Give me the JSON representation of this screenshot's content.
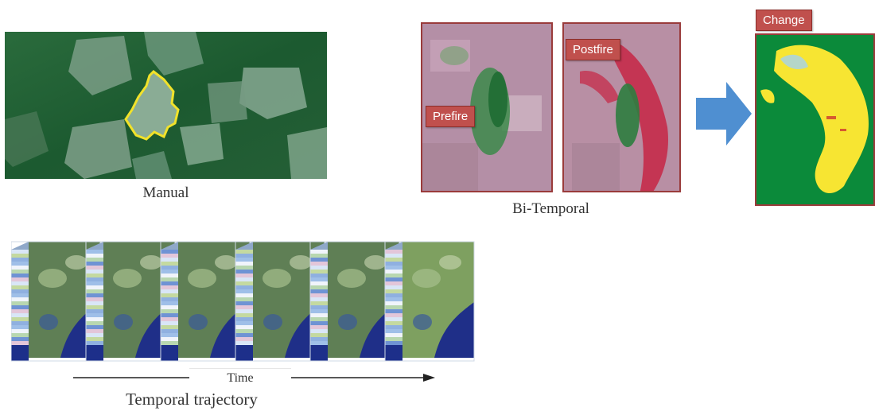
{
  "manual": {
    "caption": "Manual"
  },
  "bitemporal": {
    "caption": "Bi-Temporal",
    "prefire_label": "Prefire",
    "postfire_label": "Postfire"
  },
  "change": {
    "label": "Change"
  },
  "trajectory": {
    "time_label": "Time",
    "caption": "Temporal trajectory",
    "frame_count": 6
  },
  "colors": {
    "label_bg": "#c0504d",
    "arrow_fill": "#4f8fd1",
    "outline_yellow": "#f2e22a",
    "change_bg": "#0b8a3a",
    "change_yellow": "#f7e532"
  }
}
